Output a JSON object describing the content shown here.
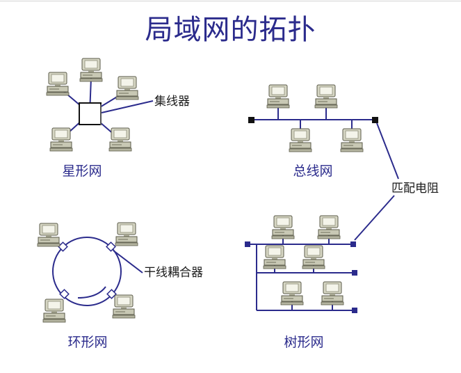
{
  "title": "局域网的拓扑",
  "labels": {
    "star": "星形网",
    "bus": "总线网",
    "ring": "环形网",
    "tree": "树形网"
  },
  "callouts": {
    "hub": "集线器",
    "terminator": "匹配电阻",
    "coupler": "干线耦合器"
  },
  "colors": {
    "line": "#2b2b8c",
    "text": "#2b2b8c",
    "computer_body": "#c8c8b4",
    "computer_dark": "#6e6e5a"
  },
  "icons": {
    "computer": "computer-icon",
    "hub": "hub-box",
    "terminator": "terminator-square",
    "coupler": "coupler-diamond"
  }
}
